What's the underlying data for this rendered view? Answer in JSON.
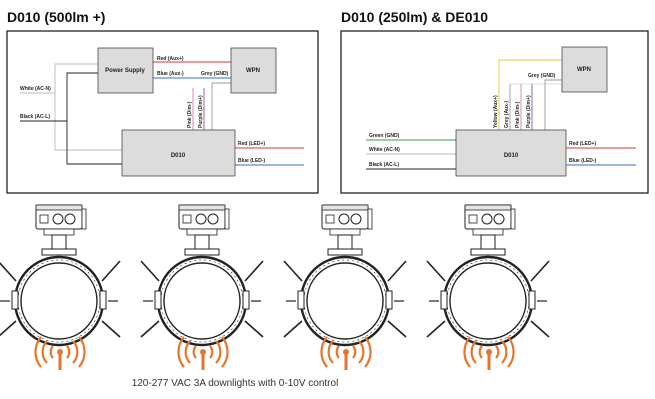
{
  "left_panel": {
    "title": "D010 (500lm +)",
    "power_supply": "Power Supply",
    "wpn": "WPN",
    "driver": "D010",
    "wires": {
      "red_aux": "Red (Aux+)",
      "blue_aux": "Blue (Aux-)",
      "grey_gnd": "Grey (GND)",
      "white_ac": "White (AC-N)",
      "black_ac": "Black (AC-L)",
      "pink_dim": "Pink (Dim-)",
      "purple_dim": "Purple (Dim+)",
      "red_led": "Red (LED+)",
      "blue_led": "Blue (LED-)"
    }
  },
  "right_panel": {
    "title": "D010 (250lm) & DE010",
    "wpn": "WPN",
    "driver": "D010",
    "wires": {
      "grey_gnd": "Grey (GND)",
      "yellow_aux": "Yellow (Aux+)",
      "grey_aux": "Grey (Aux-)",
      "pink_dim": "Pink (Dim-)",
      "purple_dim": "Purple (Dim+)",
      "green_gnd": "Green (GND)",
      "white_ac": "White (AC-N)",
      "black_ac": "Black (AC-L)",
      "red_led": "Red (LED+)",
      "blue_led": "Blue (LED-)"
    }
  },
  "colors": {
    "red": "#d9342b",
    "blue": "#2f6fc4",
    "purple": "#8b4fb3",
    "pink": "#d97aa6",
    "yellow": "#e8c83a",
    "green": "#3a9a4a",
    "grey": "#9a9a9a",
    "signal": "#e9732a",
    "box_fill": "#dcdcdc"
  },
  "fixture_count": 4,
  "caption": "120-277 VAC 3A downlights with 0-10V control"
}
